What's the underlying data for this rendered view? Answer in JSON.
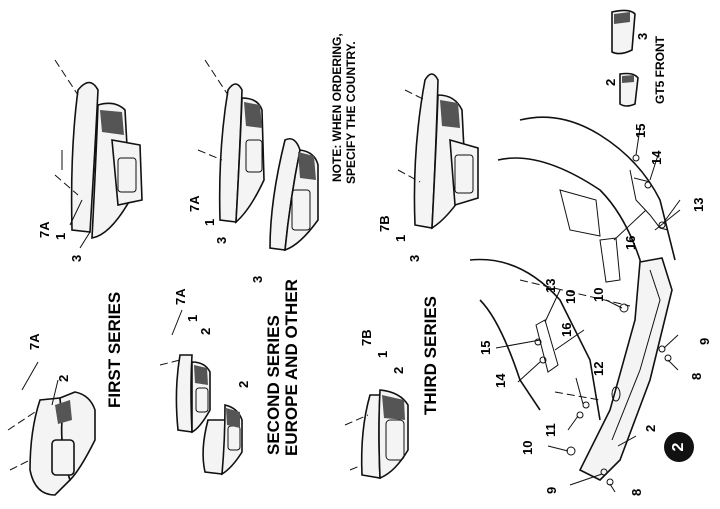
{
  "sections": {
    "first": "FIRST SERIES",
    "second_line1": "SECOND SERIES",
    "second_line2": "EUROPE AND OTHER",
    "third": "THIRD SERIES"
  },
  "note_line1": "NOTE: WHEN ORDERING,",
  "note_line2": "SPECIFY THE COUNTRY.",
  "gt5_front": "GT5 FRONT",
  "badge": "2",
  "callouts": {
    "c7A_a": "7A",
    "c2_a": "2",
    "c7A_b": "7A",
    "c1_b": "1",
    "c3_b": "3",
    "c7A_c": "7A",
    "c1_c": "1",
    "c2_c": "2",
    "c2_c2": "2",
    "c7A_d": "7A",
    "c1_d": "1",
    "c3_d": "3",
    "c3_d2": "3",
    "c7B_e": "7B",
    "c1_e": "1",
    "c2_e": "2",
    "c7B_f": "7B",
    "c1_f": "1",
    "c3_f": "3",
    "gt2": "2",
    "gt3": "3",
    "n15a": "15",
    "n14a": "14",
    "n13a": "13",
    "n16a": "16",
    "n10a": "10",
    "n9a": "9",
    "n8a": "8",
    "n13b": "13",
    "n16b": "16",
    "n15b": "15",
    "n14b": "14",
    "n10b": "10",
    "n12": "12",
    "n11": "11",
    "n10c": "10",
    "n9b": "9",
    "n8b": "8",
    "n2": "2"
  }
}
